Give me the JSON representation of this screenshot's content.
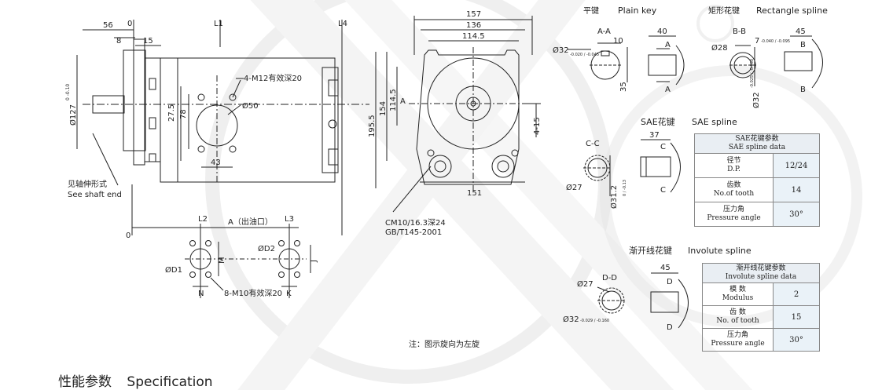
{
  "front_view": {
    "dims_top": [
      "56",
      "0",
      "8",
      "15",
      "L1",
      "L4"
    ],
    "thread_label": "4-M12有效深20",
    "bore_label": "Ø50",
    "dim_27_5": "27.5",
    "dim_78": "78",
    "dim_43": "43",
    "shaft_dia_main": "Ø127",
    "shaft_dia_tol": "0\n-0.10",
    "shaft_end_cn": "见轴伸形式",
    "shaft_end_en": "See shaft end"
  },
  "side_view": {
    "dim_157": "157",
    "dim_136": "136",
    "dim_114_5_top": "114.5",
    "dim_195_5": "195.5",
    "dim_154": "154",
    "dim_114_5_left": "114.5",
    "section_a": "A",
    "dim_4_15": "4-15",
    "dim_151": "151",
    "port_label_1": "CM10/16.3深24",
    "port_label_2": "GB/T145-2001"
  },
  "ports_view": {
    "l2": "L2",
    "l3": "L3",
    "port_title": "A（出油口）",
    "zero": "0",
    "d1": "ØD1",
    "d2": "ØD2",
    "m": "M",
    "j": "J",
    "n": "N",
    "k": "K",
    "thread_label": "8-M10有效深20",
    "note": "注：图示旋向为左旋"
  },
  "plain_key": {
    "title_cn": "平键",
    "title_en": "Plain key",
    "section": "A-A",
    "dim_10": "10",
    "dia": "Ø32",
    "dia_tol": "-0.020 / -0.045",
    "dim_35": "35",
    "dim_40": "40",
    "a_label": "A"
  },
  "rect_spline": {
    "title_cn": "矩形花键",
    "title_en": "Rectangle spline",
    "section": "B-B",
    "dia_28": "Ø28",
    "dim_7": "7",
    "dim_7_tol": "-0.040 / -0.095",
    "dia_32": "Ø32",
    "dia_32_tol": "-0.025 / -0.050",
    "dim_45": "45",
    "b_label": "B"
  },
  "sae_spline": {
    "title_cn": "SAE花键",
    "title_en": "SAE spline",
    "section": "C-C",
    "dim_37": "37",
    "dia_27": "Ø27",
    "dia_31_2": "Ø31.2",
    "dia_31_2_tol": "0 / -0.13",
    "c_label": "C",
    "table_title_cn": "SAE花键参数",
    "table_title_en": "SAE spline data",
    "rows": [
      {
        "label_cn": "径节",
        "label_en": "D.P.",
        "value": "12/24"
      },
      {
        "label_cn": "齿数",
        "label_en": "No.of tooth",
        "value": "14"
      },
      {
        "label_cn": "压力角",
        "label_en": "Pressure angle",
        "value": "30°"
      }
    ]
  },
  "involute_spline": {
    "title_cn": "渐开线花键",
    "title_en": "Involute spline",
    "section": "D-D",
    "dia_27": "Ø27",
    "dim_45": "45",
    "dia_32": "Ø32",
    "dia_32_tol": "-0.029 / -0.160",
    "d_label": "D",
    "table_title_cn": "渐开线花键参数",
    "table_title_en": "Involute spline data",
    "rows": [
      {
        "label_cn": "模 数",
        "label_en": "Modulus",
        "value": "2"
      },
      {
        "label_cn": "齿 数",
        "label_en": "No. of tooth",
        "value": "15"
      },
      {
        "label_cn": "压力角",
        "label_en": "Pressure angle",
        "value": "30°"
      }
    ]
  },
  "spec": {
    "title_cn": "性能参数",
    "title_en": "Specification"
  },
  "colors": {
    "line": "#222222",
    "watermark": "#e6e6e6",
    "table_head": "#e9eef3"
  }
}
